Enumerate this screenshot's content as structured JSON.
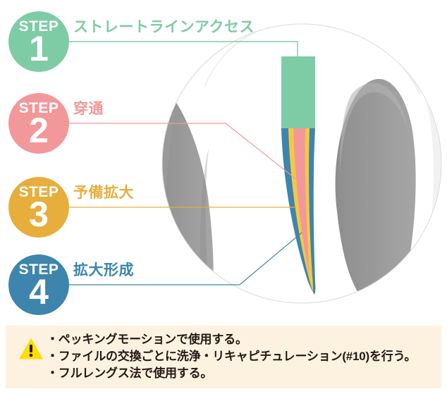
{
  "figure": {
    "title_alt": "根管治療ステップ図",
    "colors": {
      "step1": "#7ecca5",
      "step2": "#f2989a",
      "step3": "#e8ae3c",
      "step4": "#3d85ac",
      "tooth_white": "#ffffff",
      "bone_grey": "#999999",
      "bone_grey_light": "#f0f0f0",
      "canal_blue": "#3d85ac",
      "canal_yellow": "#f5c842",
      "canal_pink": "#f2989a",
      "access_green": "#7ecca5",
      "note_bg": "#fdf2e0",
      "note_icon": "#ffdd00",
      "note_text": "#231815"
    }
  },
  "steps": [
    {
      "badge_word": "STEP",
      "badge_number": "1",
      "label": "ストレートラインアクセス",
      "color": "#7ecca5"
    },
    {
      "badge_word": "STEP",
      "badge_number": "2",
      "label": "穿通",
      "color": "#f2989a"
    },
    {
      "badge_word": "STEP",
      "badge_number": "3",
      "label": "予備拡大",
      "color": "#e8ae3c"
    },
    {
      "badge_word": "STEP",
      "badge_number": "4",
      "label": "拡大形成",
      "color": "#3d85ac"
    }
  ],
  "note": {
    "icon": "warning-triangle-icon",
    "lines": [
      "・ペッキングモーションで使用する。",
      "・ファイルの交換ごとに洗浄・リキャピチュレーション(#10)を行う。",
      "・フルレングス法で使用する。"
    ]
  }
}
